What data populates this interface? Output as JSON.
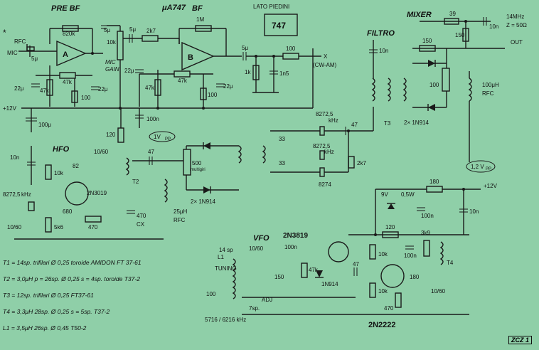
{
  "sections": {
    "pre_bf": "PRE BF",
    "ua747": "μA747",
    "bf": "BF",
    "lato_piedini": "LATO PIEDINI",
    "ic_747": "747",
    "mixer": "MIXER",
    "filtro": "FILTRO",
    "hfo": "HFO",
    "vfo": "VFO"
  },
  "labels": {
    "rfc_mic": "RFC",
    "mic": "MIC",
    "mic_gain": "MIC GAIN",
    "amp_a": "A",
    "amp_b": "B",
    "r_820k": "820k",
    "c_5u_a": "5μ",
    "c_5u_b": "5μ",
    "c_5u_in": "5μ",
    "c_5u_out": "5μ",
    "r_2k7": "2k7",
    "r_1m": "1M",
    "pot_10k": "10k",
    "r_47k_a1": "47k",
    "r_47k_a2": "47k",
    "r_47k_b1": "47k",
    "r_47k_b2": "47k",
    "c_22u_a": "22μ",
    "c_22u_a2": "22μ",
    "c_22u_b": "22μ",
    "c_22u_b2": "22μ",
    "r_100_a": "100",
    "r_100_b": "100",
    "r_100_out": "100",
    "r_1k": "1k",
    "c_1n5": "1n5",
    "x_cwam": "X",
    "cw_am": "(CW-AM)",
    "plus12v": "+12V",
    "c_100u": "100μ",
    "c_100n_a": "100n",
    "mixer_r39": "39",
    "mixer_c10n": "10n",
    "mixer_r150a": "150",
    "mixer_r150b": "150",
    "mixer_out_freq": "14MHz",
    "mixer_out_z": "Z = 50Ω",
    "mixer_out": "OUT",
    "filtro_c10n": "10n",
    "t3": "T3",
    "diodes_2x": "2× 1N914",
    "pot_100": "100",
    "rfc_100uh": "100μH",
    "rfc_label": "RFC",
    "xtal_8272_top": "8272,5",
    "khz": "kHz",
    "xtal_8272_mid": "8272,5",
    "xtal_8274": "8274",
    "c_33a": "33",
    "c_33b": "33",
    "c_47_f": "47",
    "r_2k7_f": "2k7",
    "r_120": "120",
    "v_1vpp": "1V",
    "v_pp": "PP",
    "pot_500": "500",
    "multigiri": "multigiri",
    "diodes_2x_b": "2× 1N914",
    "rfc_25uh": "25μH",
    "rfc_25": "RFC",
    "hfo_c10n": "10n",
    "hfo_r10k": "10k",
    "hfo_c82": "82",
    "hfo_c10_60": "10/60",
    "hfo_c47": "47",
    "t2": "T2",
    "hfo_xtal": "8272,5",
    "hfo_xtal_khz": "kHz",
    "hfo_trim": "10/60",
    "hfo_c680": "680",
    "hfo_r5k6": "5k6",
    "hfo_q": "2N3019",
    "hfo_r470": "470",
    "hfo_c470": "470",
    "hfo_cx": "CX",
    "v_12vpp": "1,2 V",
    "v_12vpp_sub": "PP",
    "r_180": "180",
    "plus12v_b": "+12V",
    "zener_9v": "9V",
    "zener_05w": "0,5W",
    "c_100n_b": "100n",
    "c_10n_b": "10n",
    "vfo_q1": "2N3819",
    "vfo_l1": "L1",
    "vfo_l1_sp": "14 sp",
    "tuning": "TUNING",
    "vfo_c10_60": "10/60",
    "vfo_c100n": "100n",
    "vfo_c150": "150",
    "vfo_r47k": "47k",
    "vfo_1n914": "1N914",
    "vfo_c100": "100",
    "adj": "ADJ",
    "sp7": "7sp.",
    "vfo_freq": "5716 / 6216 kHz",
    "vfo_c47": "47",
    "vfo_r120": "120",
    "vfo_r10k_a": "10k",
    "vfo_r10k_b": "10k",
    "vfo_c100n_b": "100n",
    "vfo_r3k9": "3k9",
    "vfo_c180": "180",
    "vfo_r470": "470",
    "vfo_trim": "10/60",
    "t4": "T4",
    "vfo_q2": "2N2222"
  },
  "notes": [
    "T1 = 14sp. trifilari Ø 0,25 toroide AMIDON  FT 37-61",
    "T2 = 3,0μH   p = 26sp.  Ø 0,25   s = 4sp.  toroide  T37-2",
    "T3 = 12sp. trifilari  Ø 0,25  FT37-61",
    "T4 =  3,3μH   28sp.  Ø 0,25   s = 5sp.  T37-2",
    "L1 = 3,5μH   26sp.  Ø 0,45   T50-2"
  ],
  "badge": "ZCZ 1",
  "colors": {
    "background": "#8fcfa8",
    "ink": "#1a1a1a"
  }
}
